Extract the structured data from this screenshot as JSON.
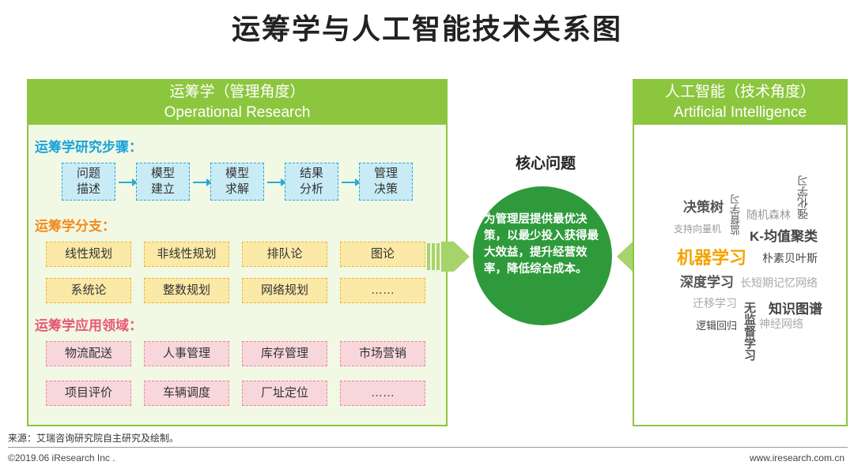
{
  "title": "运筹学与人工智能技术关系图",
  "left_panel": {
    "header_line1": "运筹学（管理角度）",
    "header_line2": "Operational Research",
    "steps_title": "运筹学研究步骤：",
    "steps": [
      {
        "line1": "问题",
        "line2": "描述"
      },
      {
        "line1": "模型",
        "line2": "建立"
      },
      {
        "line1": "模型",
        "line2": "求解"
      },
      {
        "line1": "结果",
        "line2": "分析"
      },
      {
        "line1": "管理",
        "line2": "决策"
      }
    ],
    "branches_title": "运筹学分支：",
    "branches": [
      "线性规划",
      "非线性规划",
      "排队论",
      "图论",
      "系统论",
      "整数规划",
      "网络规划",
      "……"
    ],
    "applications_title": "运筹学应用领域：",
    "applications": [
      "物流配送",
      "人事管理",
      "库存管理",
      "市场营销",
      "项目评价",
      "车辆调度",
      "厂址定位",
      "……"
    ]
  },
  "core": {
    "title": "核心问题",
    "text": "为管理层提供最优决策，以最少投入获得最大效益，提升经营效率，降低综合成本。"
  },
  "right_panel": {
    "header_line1": "人工智能（技术角度）",
    "header_line2": "Artificial Intelligence",
    "words": [
      {
        "text": "决策树",
        "color": "#555555"
      },
      {
        "text": "支持向量机",
        "color": "#999999"
      },
      {
        "text": "随机森林",
        "color": "#999999"
      },
      {
        "text": "K-均值聚类",
        "color": "#444444"
      },
      {
        "text": "机器学习",
        "color": "#f5a300"
      },
      {
        "text": "朴素贝叶斯",
        "color": "#444444"
      },
      {
        "text": "深度学习",
        "color": "#555555"
      },
      {
        "text": "长短期记忆网络",
        "color": "#aaaaaa"
      },
      {
        "text": "迁移学习",
        "color": "#aaaaaa"
      },
      {
        "text": "知识图谱",
        "color": "#444444"
      },
      {
        "text": "逻辑回归",
        "color": "#444444"
      },
      {
        "text": "神经网络",
        "color": "#aaaaaa"
      },
      {
        "text": "强化学习",
        "color": "#555555"
      },
      {
        "text": "监督学习",
        "color": "#555555"
      },
      {
        "text": "无监督学习",
        "color": "#555555"
      }
    ]
  },
  "footer": {
    "source": "来源：艾瑞咨询研究院自主研究及绘制。",
    "copyright": "©2019.06 iResearch Inc .",
    "website": "www.iresearch.com.cn"
  },
  "colors": {
    "green": "#8cc63f",
    "dark_green": "#2e9a3c",
    "blue": "#1aa3d9",
    "orange": "#f28c1c",
    "pink": "#e8577a"
  }
}
